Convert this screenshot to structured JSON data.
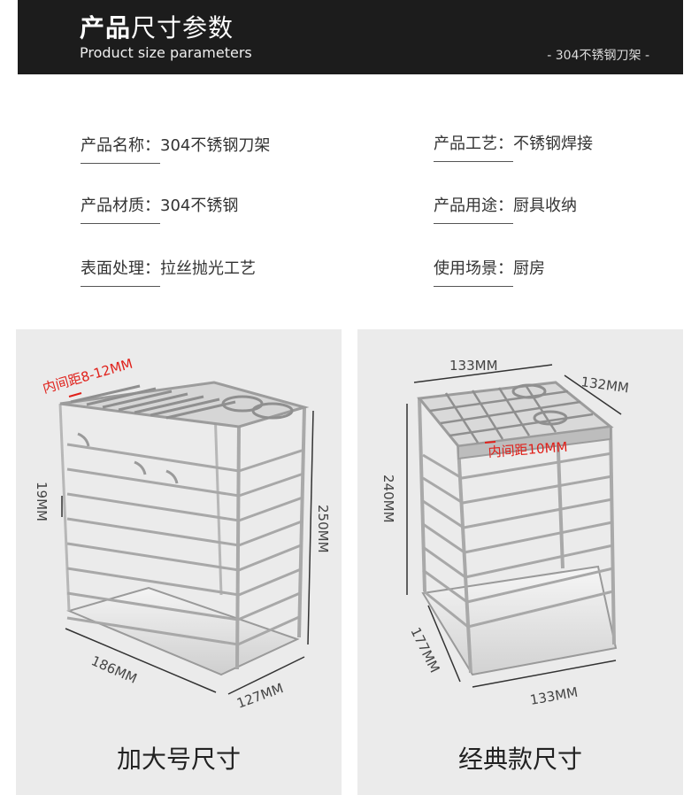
{
  "header": {
    "title_bold": "产品",
    "title_light": "尺寸参数",
    "subtitle": "Product size parameters",
    "tag": "- 304不锈钢刀架 -"
  },
  "specs": [
    {
      "key": "产品名称",
      "value": "304不锈钢刀架"
    },
    {
      "key": "产品工艺",
      "value": "不锈钢焊接"
    },
    {
      "key": "产品材质",
      "value": "304不锈钢"
    },
    {
      "key": "产品用途",
      "value": "厨具收纳"
    },
    {
      "key": "表面处理",
      "value": "拉丝抛光工艺"
    },
    {
      "key": "使用场景",
      "value": "厨房"
    }
  ],
  "colon": "：",
  "panels": {
    "large": {
      "caption": "加大号尺寸",
      "inner_gap": "内间距8-12MM",
      "wire_gap": "19MM",
      "height": "250MM",
      "length": "186MM",
      "width": "127MM"
    },
    "classic": {
      "caption": "经典款尺寸",
      "top_length": "133MM",
      "top_width": "132MM",
      "inner_gap": "内间距10MM",
      "height": "240MM",
      "base_width": "177MM",
      "base_length": "133MM"
    }
  },
  "colors": {
    "header_bg": "#1c1c1c",
    "panel_bg": "#ebebeb",
    "accent_red": "#e0201a"
  }
}
